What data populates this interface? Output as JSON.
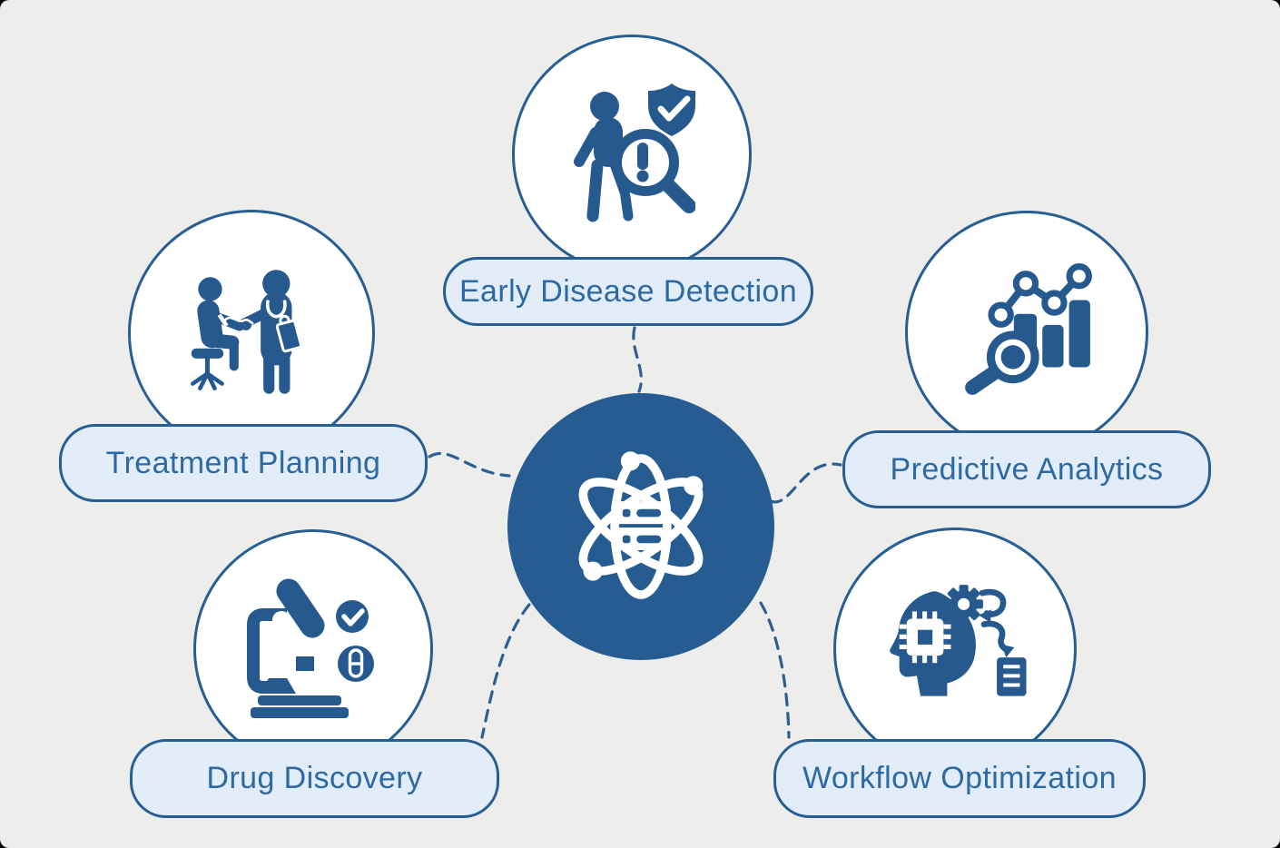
{
  "diagram": {
    "type": "hub-and-spoke",
    "center": {
      "icon": "atom-data-icon"
    },
    "nodes": [
      {
        "id": "early-disease-detection",
        "label": "Early Disease Detection",
        "icon": "person-magnifier-alert-shield-icon",
        "position": "top"
      },
      {
        "id": "treatment-planning",
        "label": "Treatment Planning",
        "icon": "doctor-patient-icon",
        "position": "left"
      },
      {
        "id": "predictive-analytics",
        "label": "Predictive Analytics",
        "icon": "chart-magnifier-icon",
        "position": "right"
      },
      {
        "id": "drug-discovery",
        "label": "Drug Discovery",
        "icon": "microscope-check-pill-icon",
        "position": "bottom-left"
      },
      {
        "id": "workflow-optimization",
        "label": "Workflow Optimization",
        "icon": "ai-head-gear-flow-icon",
        "position": "bottom-right"
      }
    ]
  },
  "colors": {
    "bg": "#EDEDEB",
    "primary": "#275E94",
    "icon": "#265A8F",
    "center_fill": "#265C91",
    "node_fill": "#FFFFFF",
    "pill_fill": "#E2EDF9",
    "pill_text": "#2D6AA3",
    "connector": "#2E5F94"
  }
}
